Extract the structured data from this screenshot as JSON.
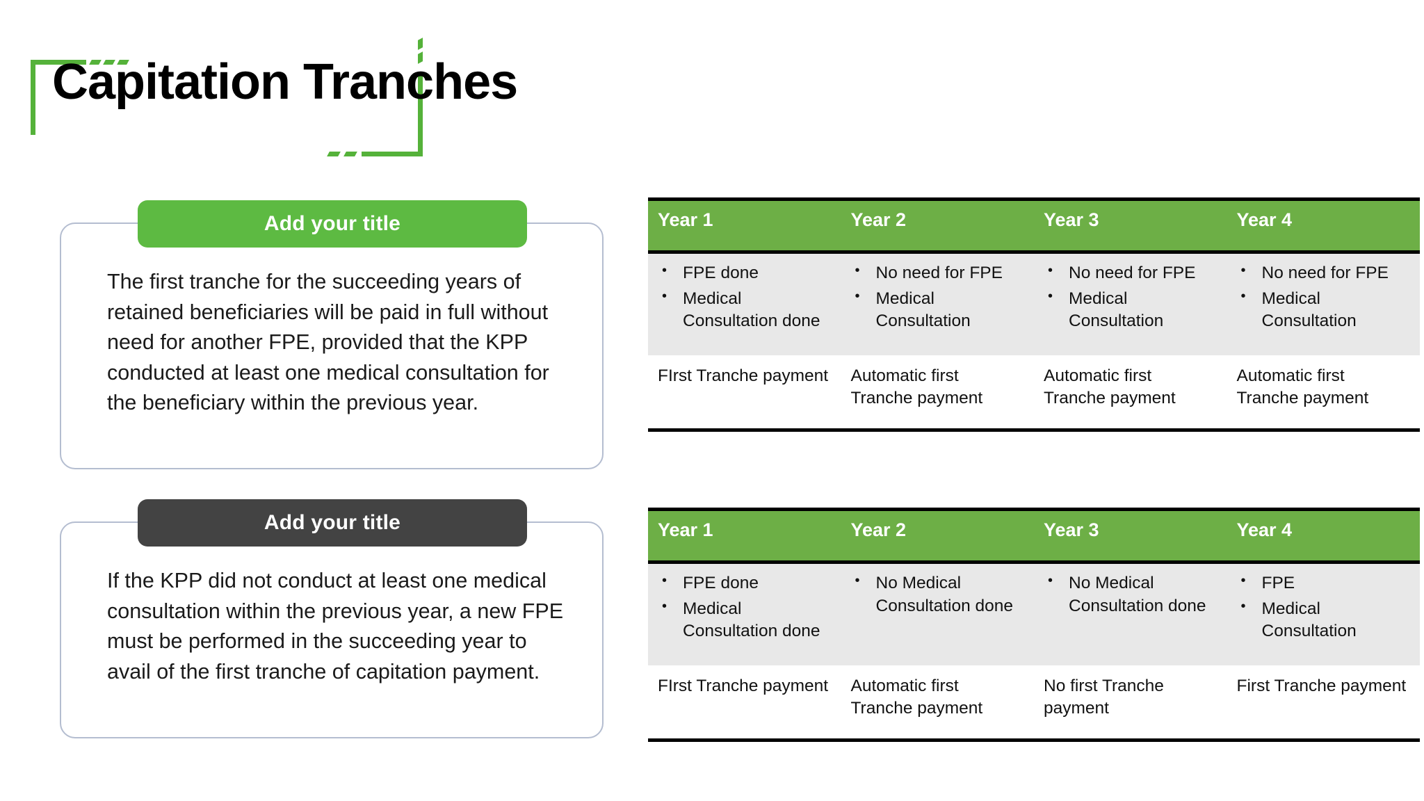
{
  "slide": {
    "title": "Capitation Tranches",
    "accent_green": "#5DBA42",
    "table_header_green": "#6DAF46",
    "dark": "#434343",
    "row_gray": "#e8e8e8"
  },
  "cards": [
    {
      "pill_label": "Add your title",
      "pill_style": "green",
      "body": "The first tranche for the succeeding years of retained beneficiaries will be paid in full without need for another FPE, provided that the KPP conducted at least one medical consultation for the beneficiary within the previous year."
    },
    {
      "pill_label": "Add your title",
      "pill_style": "dark",
      "body": "If the KPP did not conduct at least one medical consultation within the previous year, a new FPE must be performed in the succeeding year to avail of the first tranche of capitation payment."
    }
  ],
  "tables": [
    {
      "headers": [
        "Year 1",
        "Year 2",
        "Year 3",
        "Year 4"
      ],
      "bullet_row": [
        [
          "FPE done",
          "Medical Consultation done"
        ],
        [
          "No need for FPE",
          "Medical Consultation"
        ],
        [
          "No need for FPE",
          "Medical Consultation"
        ],
        [
          "No need for FPE",
          "Medical Consultation"
        ]
      ],
      "result_row": [
        "FIrst Tranche payment",
        "Automatic first Tranche payment",
        "Automatic first Tranche payment",
        "Automatic first Tranche payment"
      ]
    },
    {
      "headers": [
        "Year 1",
        "Year 2",
        "Year 3",
        "Year 4"
      ],
      "bullet_row": [
        [
          "FPE done",
          "Medical Consultation done"
        ],
        [
          "No Medical Consultation done"
        ],
        [
          "No Medical Consultation done"
        ],
        [
          "FPE",
          "Medical Consultation"
        ]
      ],
      "result_row": [
        "FIrst Tranche payment",
        "Automatic first Tranche payment",
        "No first Tranche payment",
        "First Tranche payment"
      ]
    }
  ]
}
